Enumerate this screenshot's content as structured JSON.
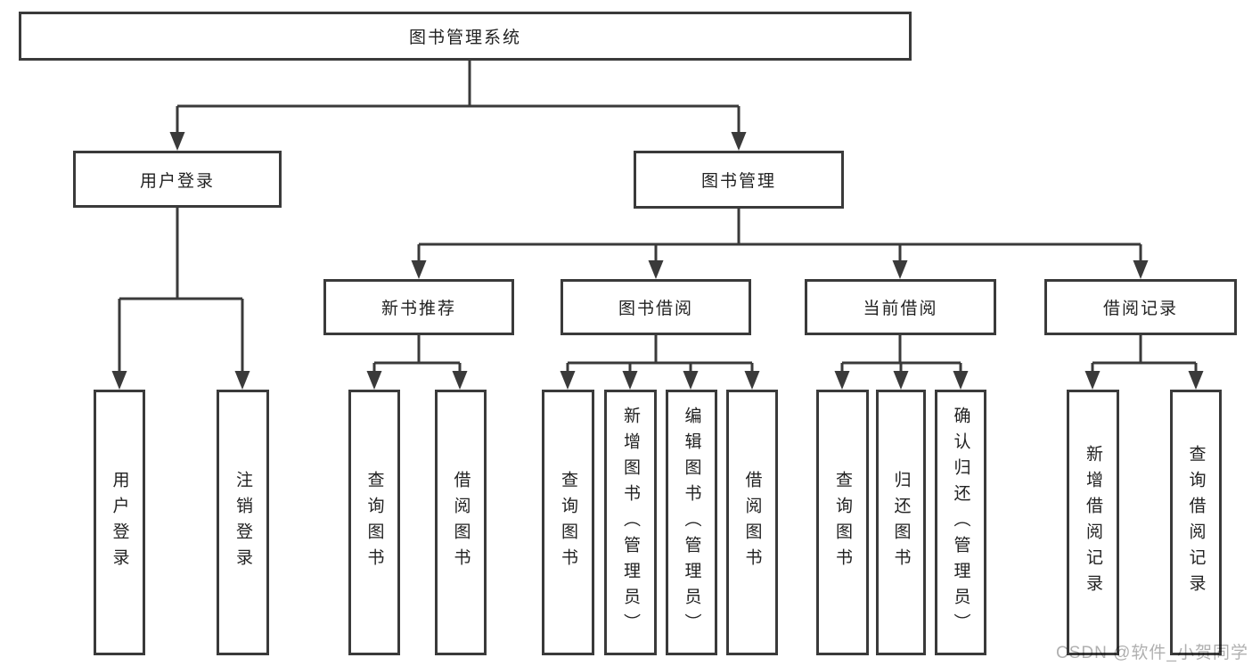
{
  "tree": {
    "label": "图书管理系统",
    "children": [
      {
        "label": "用户登录",
        "children": [
          {
            "label": "用户登录"
          },
          {
            "label": "注销登录"
          }
        ]
      },
      {
        "label": "图书管理",
        "children": [
          {
            "label": "新书推荐",
            "children": [
              {
                "label": "查询图书"
              },
              {
                "label": "借阅图书"
              }
            ]
          },
          {
            "label": "图书借阅",
            "children": [
              {
                "label": "查询图书"
              },
              {
                "label": "新增图书（管理员）"
              },
              {
                "label": "编辑图书（管理员）"
              },
              {
                "label": "借阅图书"
              }
            ]
          },
          {
            "label": "当前借阅",
            "children": [
              {
                "label": "查询图书"
              },
              {
                "label": "归还图书"
              },
              {
                "label": "确认归还（管理员）"
              }
            ]
          },
          {
            "label": "借阅记录",
            "children": [
              {
                "label": "新增借阅记录"
              },
              {
                "label": "查询借阅记录"
              }
            ]
          }
        ]
      }
    ]
  },
  "watermark": "CSDN @软件_小贺同学",
  "colors": {
    "line": "#3a3a3a",
    "text": "#222222",
    "watermark": "#b0b0b0",
    "background": "#ffffff"
  }
}
